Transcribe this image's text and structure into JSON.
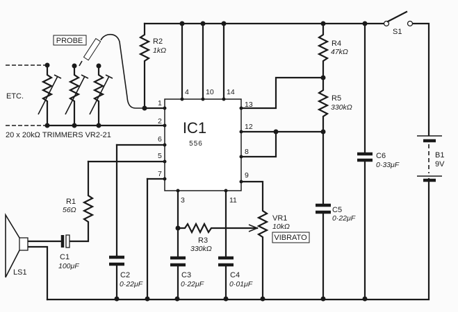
{
  "title": "556 dual timer organ with probe and vibrato",
  "ic": {
    "ref": "IC1",
    "type": "556",
    "pins_top": [
      "4",
      "10",
      "14"
    ],
    "pins_left": [
      "1",
      "2",
      "6",
      "5",
      "7"
    ],
    "pins_right": [
      "13",
      "12",
      "8",
      "9"
    ],
    "pins_bottom": [
      "3",
      "11"
    ]
  },
  "labels": {
    "probe": "PROBE",
    "etc": "ETC.",
    "trimmers": "20 x 20kΩ TRIMMERS VR2-21",
    "vibrato": "VIBRATO",
    "speaker": "LS1"
  },
  "components": {
    "R1": {
      "ref": "R1",
      "value": "56Ω"
    },
    "R2": {
      "ref": "R2",
      "value": "1kΩ"
    },
    "R3": {
      "ref": "R3",
      "value": "330kΩ"
    },
    "R4": {
      "ref": "R4",
      "value": "47kΩ"
    },
    "R5": {
      "ref": "R5",
      "value": "330kΩ"
    },
    "VR1": {
      "ref": "VR1",
      "value": "10kΩ"
    },
    "C1": {
      "ref": "C1",
      "value": "100μF"
    },
    "C2": {
      "ref": "C2",
      "value": "0·22μF"
    },
    "C3": {
      "ref": "C3",
      "value": "0·22μF"
    },
    "C4": {
      "ref": "C4",
      "value": "0·01μF"
    },
    "C5": {
      "ref": "C5",
      "value": "0·22μF"
    },
    "C6": {
      "ref": "C6",
      "value": "0·33μF"
    },
    "S1": {
      "ref": "S1"
    },
    "B1": {
      "ref": "B1",
      "value": "9V"
    }
  }
}
